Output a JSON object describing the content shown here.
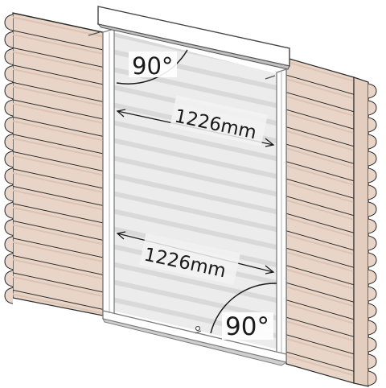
{
  "labels": {
    "angle_top": "90°",
    "angle_bottom": "90°",
    "width_top": "1226mm",
    "width_bottom": "1226mm"
  },
  "colors": {
    "wood": "#e9d5c8",
    "wood_shade": "#dcc3b3",
    "line": "#2b2b2b",
    "frame": "#ffffff",
    "frame_edge": "#9a9a9a",
    "opening_back": "#ececec",
    "opening_stripe": "#d9d9d9"
  }
}
